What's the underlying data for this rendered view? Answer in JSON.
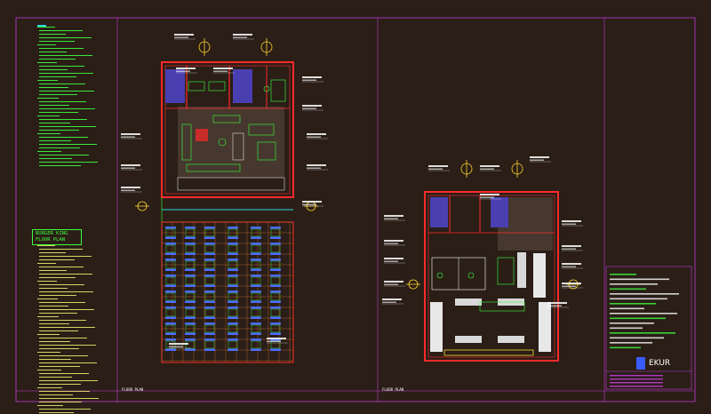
{
  "left_panel": {
    "top_notes_count": 40,
    "badge_lines": [
      "BURGER KING",
      "FLOOR PLAN"
    ],
    "bottom_notes_count": 48
  },
  "sheet_labels": {
    "left_plan": "FLOOR PLAN",
    "right_plan": "FLOOR PLAN"
  },
  "title_block": {
    "logo": "EKUR"
  },
  "colors": {
    "background": "#2a1e17",
    "walls": "#ff2a2a",
    "fixtures": "#3cff3c",
    "text": "#ffffff",
    "accent": "#3a5bff",
    "cyan": "#2fd6e0",
    "magenta": "#c23ad6",
    "yellow": "#ffd52a"
  }
}
